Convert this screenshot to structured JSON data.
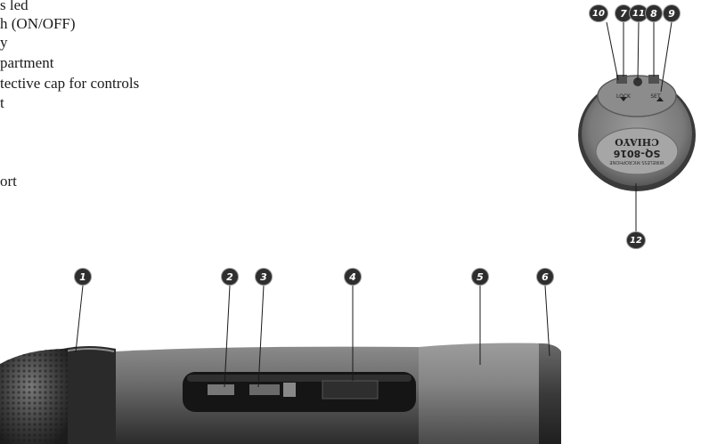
{
  "legend": {
    "items": [
      "s led",
      "h  (ON/OFF)",
      "y",
      "partment",
      "tective cap for controls",
      "t",
      "ort"
    ]
  },
  "callouts": {
    "mic": [
      "1",
      "2",
      "3",
      "4",
      "5",
      "6"
    ],
    "cap": [
      "10",
      "7",
      "11",
      "8",
      "9",
      "12"
    ]
  },
  "cap": {
    "lock_label": "LOCK",
    "set_label": "SET",
    "model": "SQ-8016",
    "brand": "CHIAYO",
    "subtitle": "WIRELESS MICROPHONE"
  }
}
